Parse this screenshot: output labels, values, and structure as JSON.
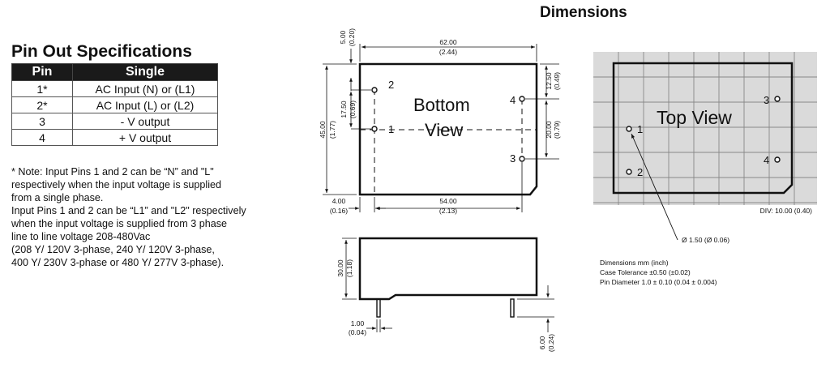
{
  "pinout": {
    "title": "Pin Out Specifications",
    "headers": [
      "Pin",
      "Single"
    ],
    "rows": [
      {
        "pin": "1*",
        "single": "AC Input (N) or (L1)"
      },
      {
        "pin": "2*",
        "single": "AC Input (L) or (L2)"
      },
      {
        "pin": "3",
        "single": "- V output"
      },
      {
        "pin": "4",
        "single": "+ V output"
      }
    ]
  },
  "note": {
    "lines": [
      "* Note:  Input Pins 1 and 2 can be “N” and \"L\"",
      "respectively when the input voltage is supplied",
      "from a single phase.",
      "Input Pins 1 and 2 can be “L1” and \"L2\" respectively",
      "when the input voltage is supplied from 3 phase",
      "line to line voltage 208-480Vac",
      "(208 Y/ 120V 3-phase, 240 Y/ 120V 3-phase,",
      "400 Y/ 230V 3-phase or 480 Y/ 277V 3-phase)."
    ]
  },
  "dimensions": {
    "title": "Dimensions",
    "bottom_view": {
      "label_line1": "Bottom",
      "label_line2": "View",
      "width": "62.00",
      "width_in": "(2.44)",
      "height": "45.00",
      "height_in": "(1.77)",
      "top_offset": "5.00",
      "top_offset_in": "(0.20)",
      "pin_spacing_v": "17.50",
      "pin_spacing_v_in": "(0.69)",
      "right_top": "12.50",
      "right_top_in": "(0.49)",
      "right_mid": "20.00",
      "right_mid_in": "(0.79)",
      "left_offset": "4.00",
      "left_offset_in": "(0.16)",
      "pin_spacing_h": "54.00",
      "pin_spacing_h_in": "(2.13)",
      "pins": [
        "2",
        "1",
        "4",
        "3"
      ]
    },
    "side_view": {
      "height": "30.00",
      "height_in": "(1.18)",
      "pin_width": "1.00",
      "pin_width_in": "(0.04)",
      "pin_length": "6.00",
      "pin_length_in": "(0.24)"
    },
    "top_view": {
      "label": "Top View",
      "pins": [
        "3",
        "1",
        "4",
        "2"
      ],
      "div_note": "DIV: 10.00 (0.40)",
      "pin_callout": "Ø 1.50 (Ø 0.06)"
    },
    "notes": [
      "Dimensions mm (inch)",
      "Case Tolerance ±0.50 (±0.02)",
      "Pin Diameter 1.0 ± 0.10 (0.04 ± 0.004)"
    ]
  }
}
